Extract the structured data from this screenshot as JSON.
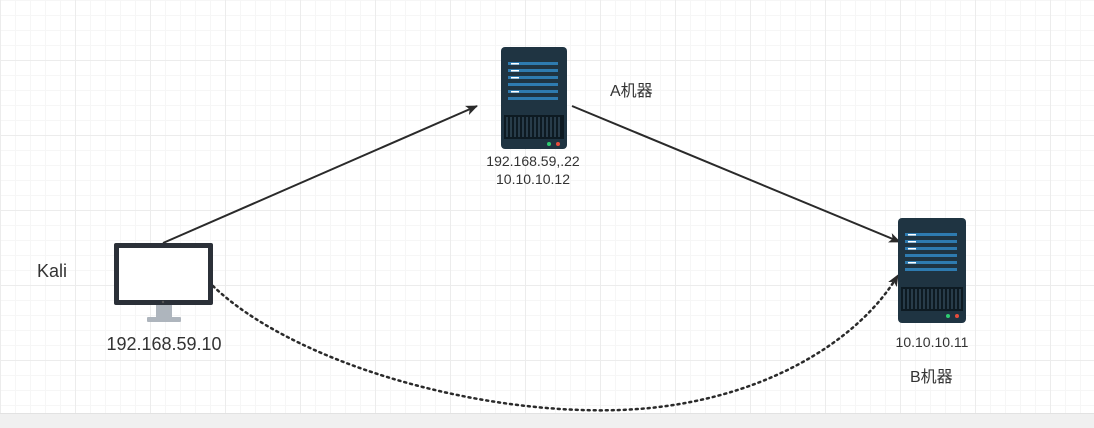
{
  "nodes": {
    "kali": {
      "name": "Kali",
      "ip": "192.168.59.10"
    },
    "machine_a": {
      "name": "A机器",
      "ip1": "192.168.59,.22",
      "ip2": "10.10.10.12"
    },
    "machine_b": {
      "name": "B机器",
      "ip": "10.10.10.11"
    }
  },
  "colors": {
    "server_body": "#1f3442",
    "server_slot": "#2e7bb0",
    "monitor_frame": "#2b3038",
    "monitor_stand": "#aeb5bd",
    "arrow": "#2a2a2a"
  },
  "connections": [
    {
      "from": "kali",
      "to": "machine_a",
      "style": "solid"
    },
    {
      "from": "machine_a",
      "to": "machine_b",
      "style": "solid"
    },
    {
      "from": "kali",
      "to": "machine_b",
      "style": "dotted"
    }
  ]
}
